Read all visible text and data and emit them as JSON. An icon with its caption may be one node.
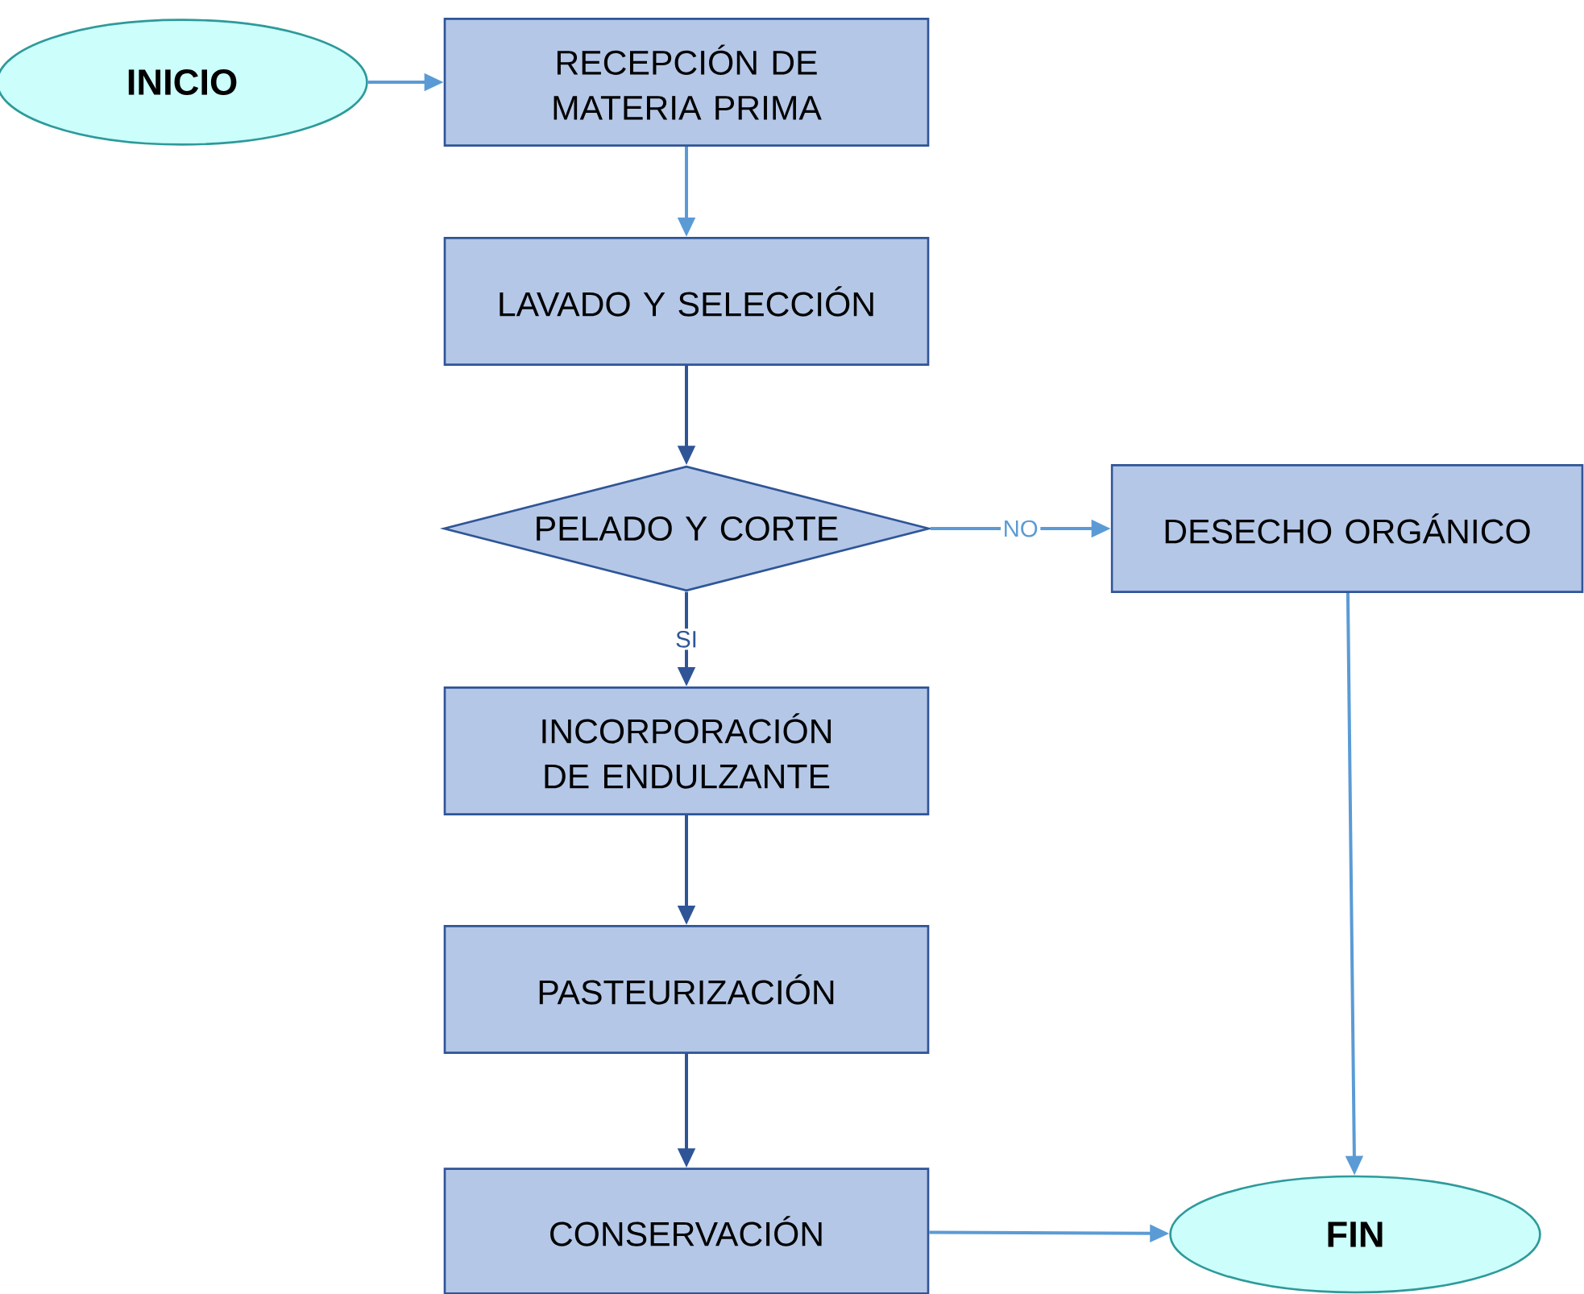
{
  "diagram": {
    "nodes": [
      {
        "text": [
          "INICIO"
        ]
      },
      {
        "text": [
          "RECEPCIÓN DE MATERIA PRIMA"
        ]
      },
      {
        "text": [
          "LAVADO Y SELECCIÓN"
        ]
      },
      {
        "text": [
          "PELADO Y CORTE"
        ]
      },
      {
        "text": [
          "DESECHO ORGÁNICO"
        ]
      },
      {
        "text": [
          "INCORPORACIÓN DE ENDULZANTE"
        ]
      },
      {
        "text": [
          "PASTEURIZACIÓN"
        ]
      },
      {
        "text": [
          "CONSERVACIÓN"
        ]
      },
      {
        "text": [
          "FIN"
        ]
      }
    ],
    "edges": [
      {
        "from": 0,
        "to": 1,
        "arrow": "to"
      },
      {
        "from": 1,
        "to": 2,
        "arrow": "to"
      },
      {
        "from": 2,
        "to": 3,
        "arrow": "to",
        "color": "#2f5597"
      },
      {
        "from": 3,
        "to": 4,
        "arrow": "to",
        "label": "NO"
      },
      {
        "from": 3,
        "to": 5,
        "arrow": "to",
        "label": "SI",
        "color": "#2f5597"
      },
      {
        "from": 5,
        "to": 6,
        "arrow": "to",
        "color": "#2f5597"
      },
      {
        "from": 6,
        "to": 7,
        "arrow": "to",
        "color": "#2f5597"
      },
      {
        "from": 7,
        "to": 8,
        "arrow": "to"
      },
      {
        "from": 4,
        "to": 8,
        "arrow": "to"
      }
    ]
  }
}
